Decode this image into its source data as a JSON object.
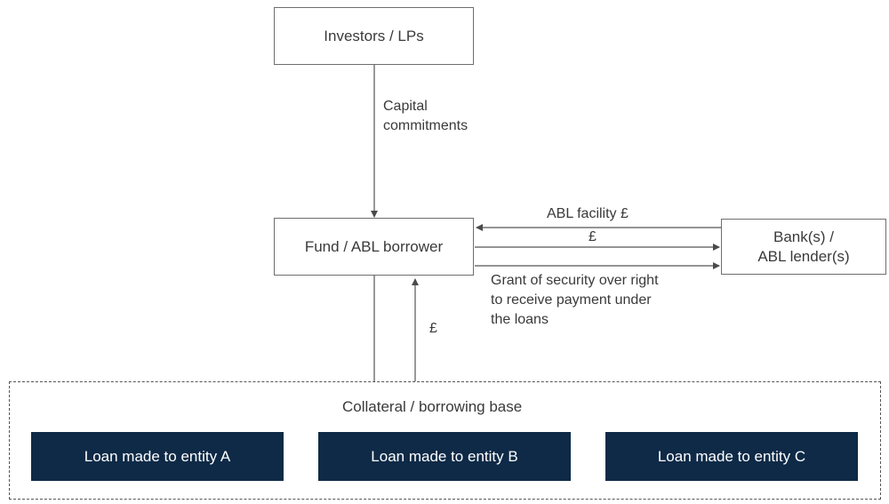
{
  "nodes": {
    "investors": "Investors / LPs",
    "fund": "Fund / ABL borrower",
    "bank_line1": "Bank(s) /",
    "bank_line2": "ABL lender(s)"
  },
  "edges": {
    "capital_line1": "Capital",
    "capital_line2": "commitments",
    "abl_facility": "ABL facility £",
    "pound_to_bank": "£",
    "security_line1": "Grant of security over right",
    "security_line2": "to receive payment under",
    "security_line3": "the loans",
    "pound_from_collateral": "£"
  },
  "collateral": {
    "title": "Collateral / borrowing base",
    "loans": [
      "Loan made to entity A",
      "Loan made to entity B",
      "Loan made to entity C"
    ]
  },
  "colors": {
    "loan_fill": "#0e2a47",
    "line": "#555555"
  }
}
